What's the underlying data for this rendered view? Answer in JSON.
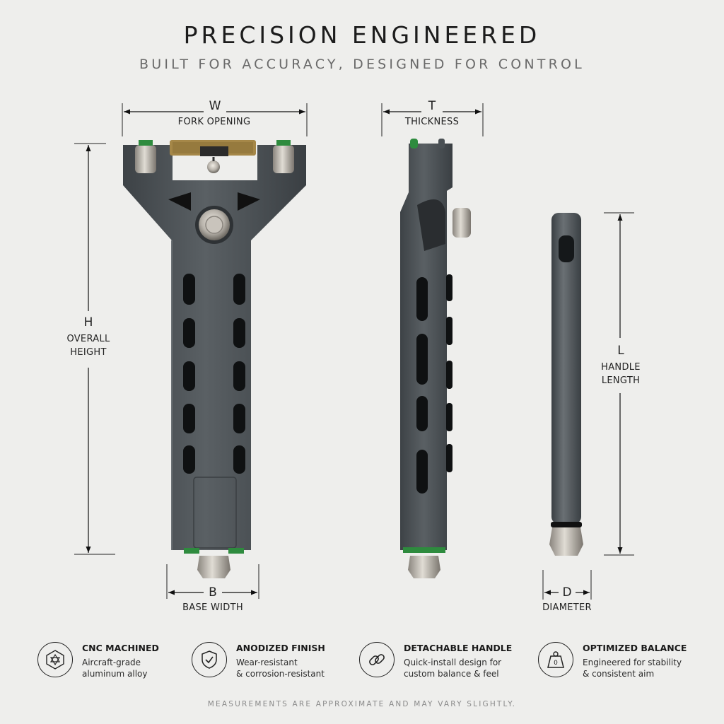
{
  "header": {
    "title": "PRECISION ENGINEERED",
    "subtitle": "BUILT FOR ACCURACY, DESIGNED FOR CONTROL"
  },
  "dimensions": {
    "fork_opening": {
      "letter": "W",
      "label": "FORK OPENING"
    },
    "thickness": {
      "letter": "T",
      "label": "THICKNESS"
    },
    "overall_height": {
      "letter": "H",
      "label_line1": "OVERALL",
      "label_line2": "HEIGHT"
    },
    "handle_length": {
      "letter": "L",
      "label_line1": "HANDLE",
      "label_line2": "LENGTH"
    },
    "base_width": {
      "letter": "B",
      "label": "BASE WIDTH"
    },
    "diameter": {
      "letter": "D",
      "label": "DIAMETER"
    }
  },
  "features": [
    {
      "icon": "hexagon-cube-icon",
      "title": "CNC MACHINED",
      "desc_line1": "Aircraft-grade",
      "desc_line2": "aluminum alloy"
    },
    {
      "icon": "shield-check-icon",
      "title": "ANODIZED FINISH",
      "desc_line1": "Wear-resistant",
      "desc_line2": "& corrosion-resistant"
    },
    {
      "icon": "chain-link-icon",
      "title": "DETACHABLE HANDLE",
      "desc_line1": "Quick-install design for",
      "desc_line2": "custom balance & feel"
    },
    {
      "icon": "weight-icon",
      "title": "OPTIMIZED BALANCE",
      "desc_line1": "Engineered for stability",
      "desc_line2": "& consistent aim"
    }
  ],
  "weight_icon_glyph": "0",
  "footer": {
    "note": "MEASUREMENTS ARE APPROXIMATE AND MAY VARY SLIGHTLY."
  },
  "colors": {
    "background": "#eeeeec",
    "body_metal": "#4a5054",
    "accent_green": "#2e8b3e",
    "steel": "#c8c3bb"
  }
}
